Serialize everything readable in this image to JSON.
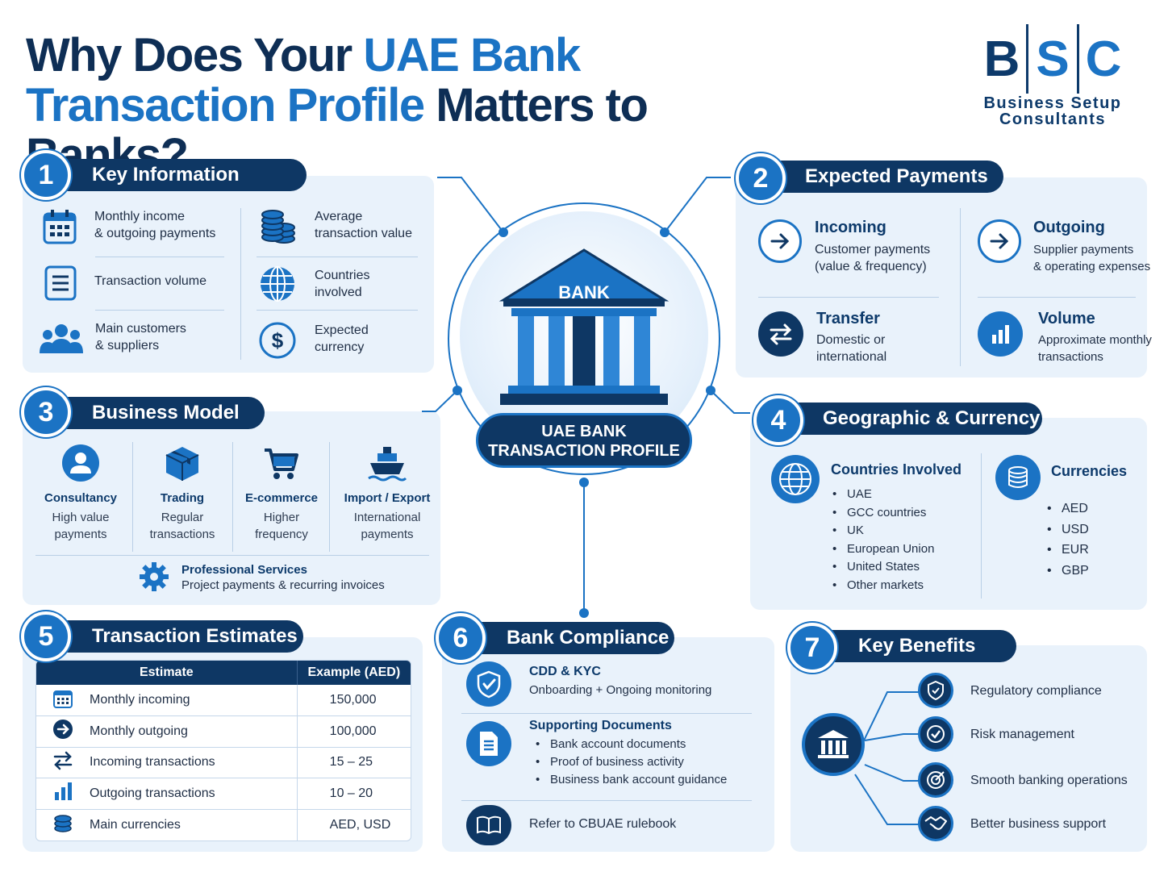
{
  "header": {
    "title_part1": "Why Does Your ",
    "title_hl1": "UAE Bank",
    "title_hl2": "Transaction Profile",
    "title_part2": " Matters to Banks?"
  },
  "logo": {
    "letters": [
      "B",
      "S",
      "C"
    ],
    "line1": "Business Setup",
    "line2": "Consultants"
  },
  "center": {
    "bank_label": "BANK",
    "line1": "UAE BANK",
    "line2": "TRANSACTION PROFILE"
  },
  "sections": {
    "key_info": {
      "number": "1",
      "title": "Key Information",
      "items": [
        {
          "icon": "calendar-icon",
          "text1": "Monthly income",
          "text2": "& outgoing payments"
        },
        {
          "icon": "coins-icon",
          "text1": "Average",
          "text2": "transaction value"
        },
        {
          "icon": "document-icon",
          "text1": "Transaction volume",
          "text2": ""
        },
        {
          "icon": "globe-icon",
          "text1": "Countries",
          "text2": "involved"
        },
        {
          "icon": "people-icon",
          "text1": "Main customers",
          "text2": "& suppliers"
        },
        {
          "icon": "dollar-icon",
          "text1": "Expected",
          "text2": "currency"
        }
      ]
    },
    "expected_payments": {
      "number": "2",
      "title": "Expected Payments",
      "items": [
        {
          "icon": "arrow-right-icon",
          "title": "Incoming",
          "text1": "Customer payments",
          "text2": "(value & frequency)"
        },
        {
          "icon": "arrow-right-icon",
          "title": "Outgoing",
          "text1": "Supplier payments",
          "text2": "& operating expenses"
        },
        {
          "icon": "transfer-icon",
          "title": "Transfer",
          "text1": "Domestic or",
          "text2": "international"
        },
        {
          "icon": "bar-chart-icon",
          "title": "Volume",
          "text1": "Approximate monthly",
          "text2": "transactions"
        }
      ]
    },
    "business_model": {
      "number": "3",
      "title": "Business Model",
      "items": [
        {
          "icon": "person-icon",
          "title": "Consultancy",
          "text1": "High value",
          "text2": "payments"
        },
        {
          "icon": "box-icon",
          "title": "Trading",
          "text1": "Regular",
          "text2": "transactions"
        },
        {
          "icon": "cart-icon",
          "title": "E-commerce",
          "text1": "Higher",
          "text2": "frequency"
        },
        {
          "icon": "ship-icon",
          "title": "Import / Export",
          "text1": "International",
          "text2": "payments"
        }
      ],
      "extra_title": "Professional Services",
      "extra_text": "Project payments & recurring invoices"
    },
    "geo": {
      "number": "4",
      "title": "Geographic & Currency",
      "countries_title": "Countries Involved",
      "countries": [
        "UAE",
        "GCC countries",
        "UK",
        "European Union",
        "United States",
        "Other markets"
      ],
      "currencies_title": "Currencies",
      "currencies": [
        "AED",
        "USD",
        "EUR",
        "GBP"
      ]
    },
    "estimates": {
      "number": "5",
      "title": "Transaction Estimates",
      "col1": "Estimate",
      "col2": "Example (AED)",
      "rows": [
        {
          "icon": "calendar-icon",
          "label": "Monthly incoming",
          "value": "150,000"
        },
        {
          "icon": "arrow-right-icon",
          "label": "Monthly outgoing",
          "value": "100,000"
        },
        {
          "icon": "transfer-icon",
          "label": "Incoming transactions",
          "value": "15 – 25"
        },
        {
          "icon": "bar-chart-icon",
          "label": "Outgoing transactions",
          "value": "10 – 20"
        },
        {
          "icon": "coins-icon",
          "label": "Main currencies",
          "value": "AED, USD"
        }
      ]
    },
    "compliance": {
      "number": "6",
      "title": "Bank Compliance",
      "cdd_title": "CDD & KYC",
      "cdd_text": "Onboarding + Ongoing monitoring",
      "docs_title": "Supporting Documents",
      "docs": [
        "Bank account documents",
        "Proof of business activity",
        "Business bank account guidance"
      ],
      "ref_text": "Refer to CBUAE rulebook"
    },
    "benefits": {
      "number": "7",
      "title": "Key Benefits",
      "items": [
        {
          "icon": "shield-icon",
          "text": "Regulatory compliance"
        },
        {
          "icon": "check-circle-icon",
          "text": "Risk management"
        },
        {
          "icon": "target-icon",
          "text": "Smooth banking operations"
        },
        {
          "icon": "handshake-icon",
          "text": "Better business support"
        }
      ]
    }
  },
  "colors": {
    "navy": "#0e3764",
    "blue": "#1b73c4",
    "panel": "#e9f2fb"
  }
}
